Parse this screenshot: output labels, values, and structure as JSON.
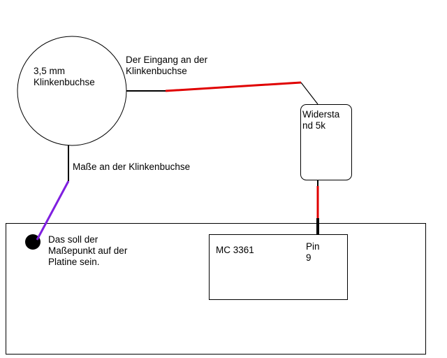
{
  "jack": {
    "line1": "3,5 mm",
    "line2": "Klinkenbuchse"
  },
  "input_label": {
    "line1": "Der Eingang an der",
    "line2": "Klinkenbuchse"
  },
  "ground_label": "Maße an der Klinkenbuchse",
  "resistor": {
    "line1": "Widersta",
    "line2": "nd 5k"
  },
  "ground_point_label": {
    "line1": "Das soll der",
    "line2": "Maßepunkt auf der",
    "line3": "Platine sein."
  },
  "chip": {
    "name": "MC 3361",
    "pin_line1": "Pin",
    "pin_line2": "9"
  },
  "colors": {
    "signal_wire": "#e00000",
    "ground_wire": "#7f1fe0",
    "outline": "#000000"
  }
}
